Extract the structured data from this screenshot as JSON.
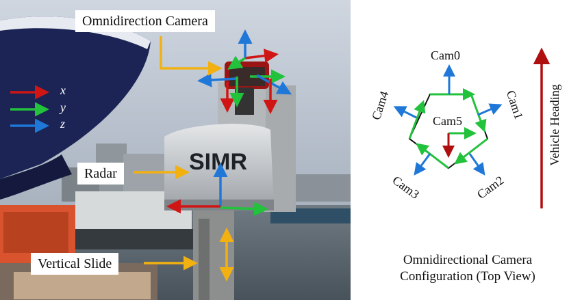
{
  "photo": {
    "labels": {
      "camera": "Omnidirection Camera",
      "radar": "Radar",
      "slide": "Vertical Slide",
      "radar_brand": "SIMR"
    },
    "legend": [
      {
        "axis": "x",
        "color": "#d01515"
      },
      {
        "axis": "y",
        "color": "#22c23c"
      },
      {
        "axis": "z",
        "color": "#1f78d8"
      }
    ],
    "callout_arrow_color": "#f2b111"
  },
  "diagram": {
    "cameras": [
      "Cam0",
      "Cam1",
      "Cam2",
      "Cam3",
      "Cam4",
      "Cam5"
    ],
    "heading_label": "Vehicle Heading",
    "heading_color": "#b00f0f",
    "caption_line1": "Omnidirectional Camera",
    "caption_line2": "Configuration (Top View)"
  }
}
